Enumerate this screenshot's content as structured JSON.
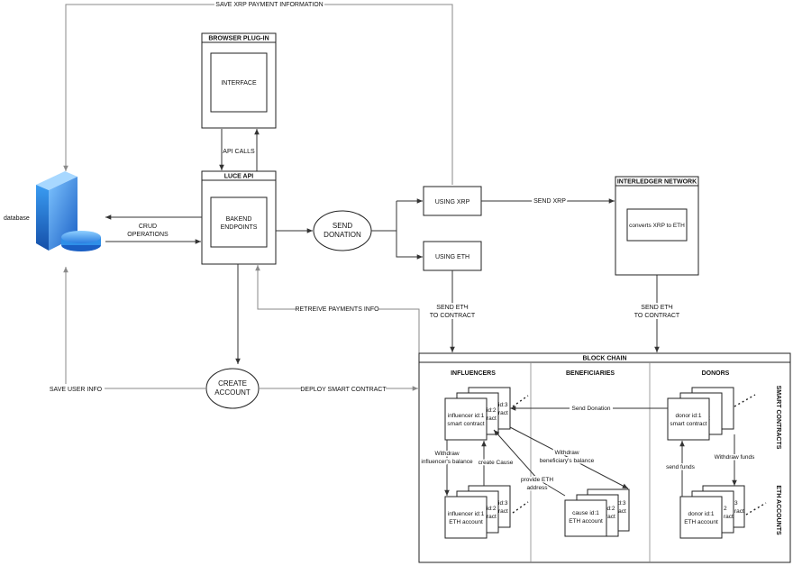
{
  "labels": {
    "save_xrp": "SAVE XRP PAYMENT INFORMATION",
    "database": "database",
    "browser_plugin": "BROWSER PLUG-IN",
    "interface": "INTERFACE",
    "api_calls": "API CALLS",
    "luce_api": "LUCE API",
    "bakend_line1": "BAKEND",
    "bakend_line2": "ENDPOINTS",
    "crud_line1": "CRUD",
    "crud_line2": "OPERATIONS",
    "send_donation_line1": "SEND",
    "send_donation_line2": "DONATION",
    "using_xrp": "USING XRP",
    "using_eth": "USING ETH",
    "send_xrp": "SEND XRP",
    "interledger": "INTERLEDGER NETWORK",
    "converts": "converts XRP to ETH",
    "send_eth_1_line1": "SEND ETH",
    "send_eth_1_line2": "TO CONTRACT",
    "send_eth_2_line1": "SEND ETH",
    "send_eth_2_line2": "TO CONTRACT",
    "retrieve": "RETREIVE PAYMENTS INFO",
    "create_line1": "CREATE",
    "create_line2": "ACCOUNT",
    "save_user": "SAVE USER INFO",
    "deploy": "DEPLOY SMART CONTRACT",
    "block_chain": "BLOCK CHAIN",
    "influencers": "INFLUENCERS",
    "beneficiaries": "BENEFICIARIES",
    "donors": "DONORS",
    "smart_contracts": "SMART CONTRACTS",
    "eth_accounts": "ETH ACCOUNTS",
    "inf_sc_line1": "influencer id:1",
    "inf_sc_line2": "smart contract",
    "inf_eth_line1": "influencer id:1",
    "inf_eth_line2": "ETH account",
    "cause_line1": "cause id:1",
    "cause_line2": "ETH account",
    "donor_sc_line1": "donor id:1",
    "donor_sc_line2": "smart contract",
    "donor_eth_line1": "donor id:1",
    "donor_eth_line2": "ETH account",
    "id2": "id:2",
    "id3": "id:3",
    "ract": "ract",
    "frag2": "2",
    "frag3": "3",
    "send_donation_small": "Send Donation",
    "withdraw_inf_line1": "Withdraw",
    "withdraw_inf_line2": "influencer's balance",
    "withdraw_ben_line1": "Withdraw",
    "withdraw_ben_line2": "beneficiary's balance",
    "create_cause": "create Cause",
    "provide_line1": "provide ETH",
    "provide_line2": "address",
    "withdraw_funds": "Withdraw funds",
    "send_funds": "send funds"
  },
  "colors": {
    "server_light": "#7ec4ff",
    "server_mid": "#2f8fe8",
    "server_dark": "#1a5fc4",
    "arrow": "#333333",
    "feedback_arrow": "#8a8a8a"
  },
  "icons": {
    "database": "server-database-icon"
  }
}
